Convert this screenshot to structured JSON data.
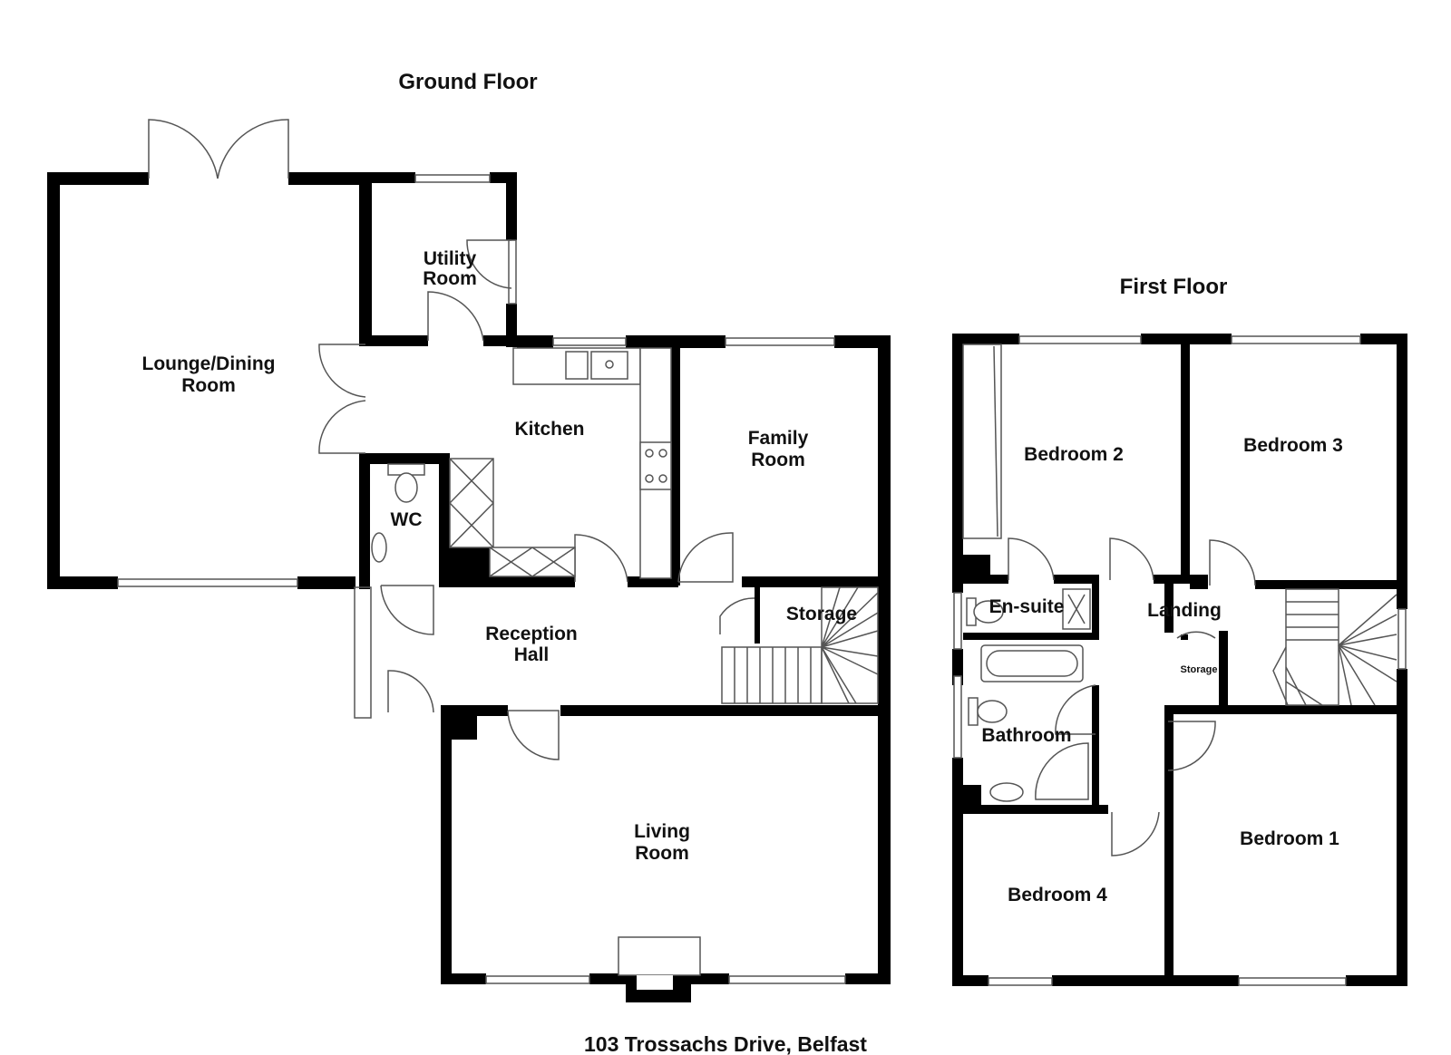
{
  "ground_floor": {
    "heading": "Ground Floor",
    "rooms": {
      "lounge_dining_line1": "Lounge/Dining",
      "lounge_dining_line2": "Room",
      "utility_line1": "Utility",
      "utility_line2": "Room",
      "kitchen": "Kitchen",
      "family_line1": "Family",
      "family_line2": "Room",
      "wc": "WC",
      "reception_line1": "Reception",
      "reception_line2": "Hall",
      "storage": "Storage",
      "living_line1": "Living",
      "living_line2": "Room"
    }
  },
  "first_floor": {
    "heading": "First Floor",
    "rooms": {
      "bedroom2": "Bedroom 2",
      "bedroom3": "Bedroom 3",
      "ensuite": "En-suite",
      "landing": "Landing",
      "storage": "Storage",
      "bathroom": "Bathroom",
      "bedroom4": "Bedroom 4",
      "bedroom1": "Bedroom 1"
    }
  },
  "address": "103 Trossachs Drive, Belfast"
}
